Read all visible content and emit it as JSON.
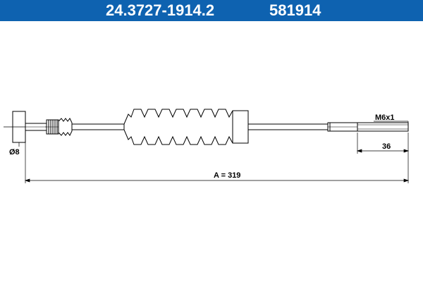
{
  "header": {
    "part_number": "24.3727-1914.2",
    "reference_number": "581914",
    "background_color": "#0e62b0",
    "text_color": "#ffffff"
  },
  "dimensions": {
    "diameter_label": "Ø8",
    "thread_label": "M6x1",
    "thread_length_label": "36",
    "overall_length_label": "A = 319"
  }
}
